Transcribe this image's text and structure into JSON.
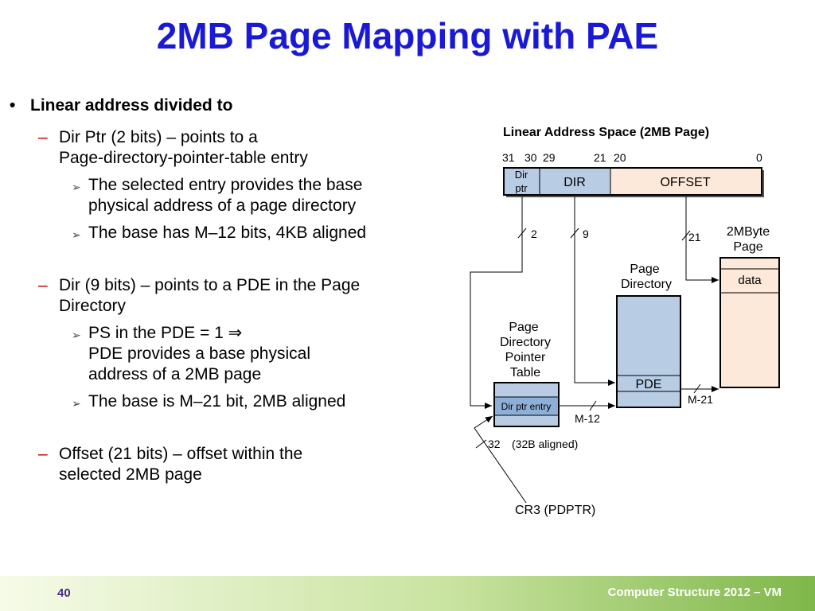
{
  "title": "2MB Page Mapping with PAE",
  "bullets": {
    "main": "Linear address divided to",
    "dirptr": {
      "line1": "Dir Ptr (2 bits) – points to a",
      "line2": "Page-directory-pointer-table entry",
      "sub1_line1": "The selected entry provides the base",
      "sub1_line2": "physical address of a page directory",
      "sub2": "The base has M–12 bits, 4KB aligned"
    },
    "dir": {
      "line1": "Dir (9 bits) – points to a PDE in the Page",
      "line2": "Directory",
      "sub1_line1": "PS in the PDE = 1 ⇒",
      "sub1_line2": "PDE provides a base physical",
      "sub1_line3": "address of a 2MB page",
      "sub2": "The base is M–21 bit, 2MB aligned"
    },
    "offset": {
      "line1": "Offset (21 bits) – offset within the",
      "line2": "selected 2MB page"
    }
  },
  "diagram": {
    "title": "Linear Address Space (2MB Page)",
    "bits": {
      "b31": "31",
      "b30": "30",
      "b29": "29",
      "b21": "21",
      "b20": "20",
      "b0": "0"
    },
    "fields": {
      "dirptr1": "Dir",
      "dirptr2": "ptr",
      "dir": "DIR",
      "offset": "OFFSET"
    },
    "widths": {
      "dirptr": "2",
      "dir": "9",
      "offset": "21"
    },
    "pdpt": {
      "line1": "Page",
      "line2": "Directory",
      "line3": "Pointer",
      "line4": "Table",
      "entry": "Dir ptr entry",
      "width": "M-12"
    },
    "pd": {
      "line1": "Page",
      "line2": "Directory",
      "entry": "PDE",
      "width": "M-21"
    },
    "page": {
      "line1": "2MByte",
      "line2": "Page",
      "entry": "data"
    },
    "cr3": {
      "width": "32",
      "align": "(32B aligned)",
      "label": "CR3 (PDPTR)"
    },
    "colors": {
      "blue": "#b8cce4",
      "peach": "#fde9d9",
      "darkblue": "#8eb0d8"
    }
  },
  "footer": {
    "page": "40",
    "right": "Computer Structure 2012 – VM"
  }
}
